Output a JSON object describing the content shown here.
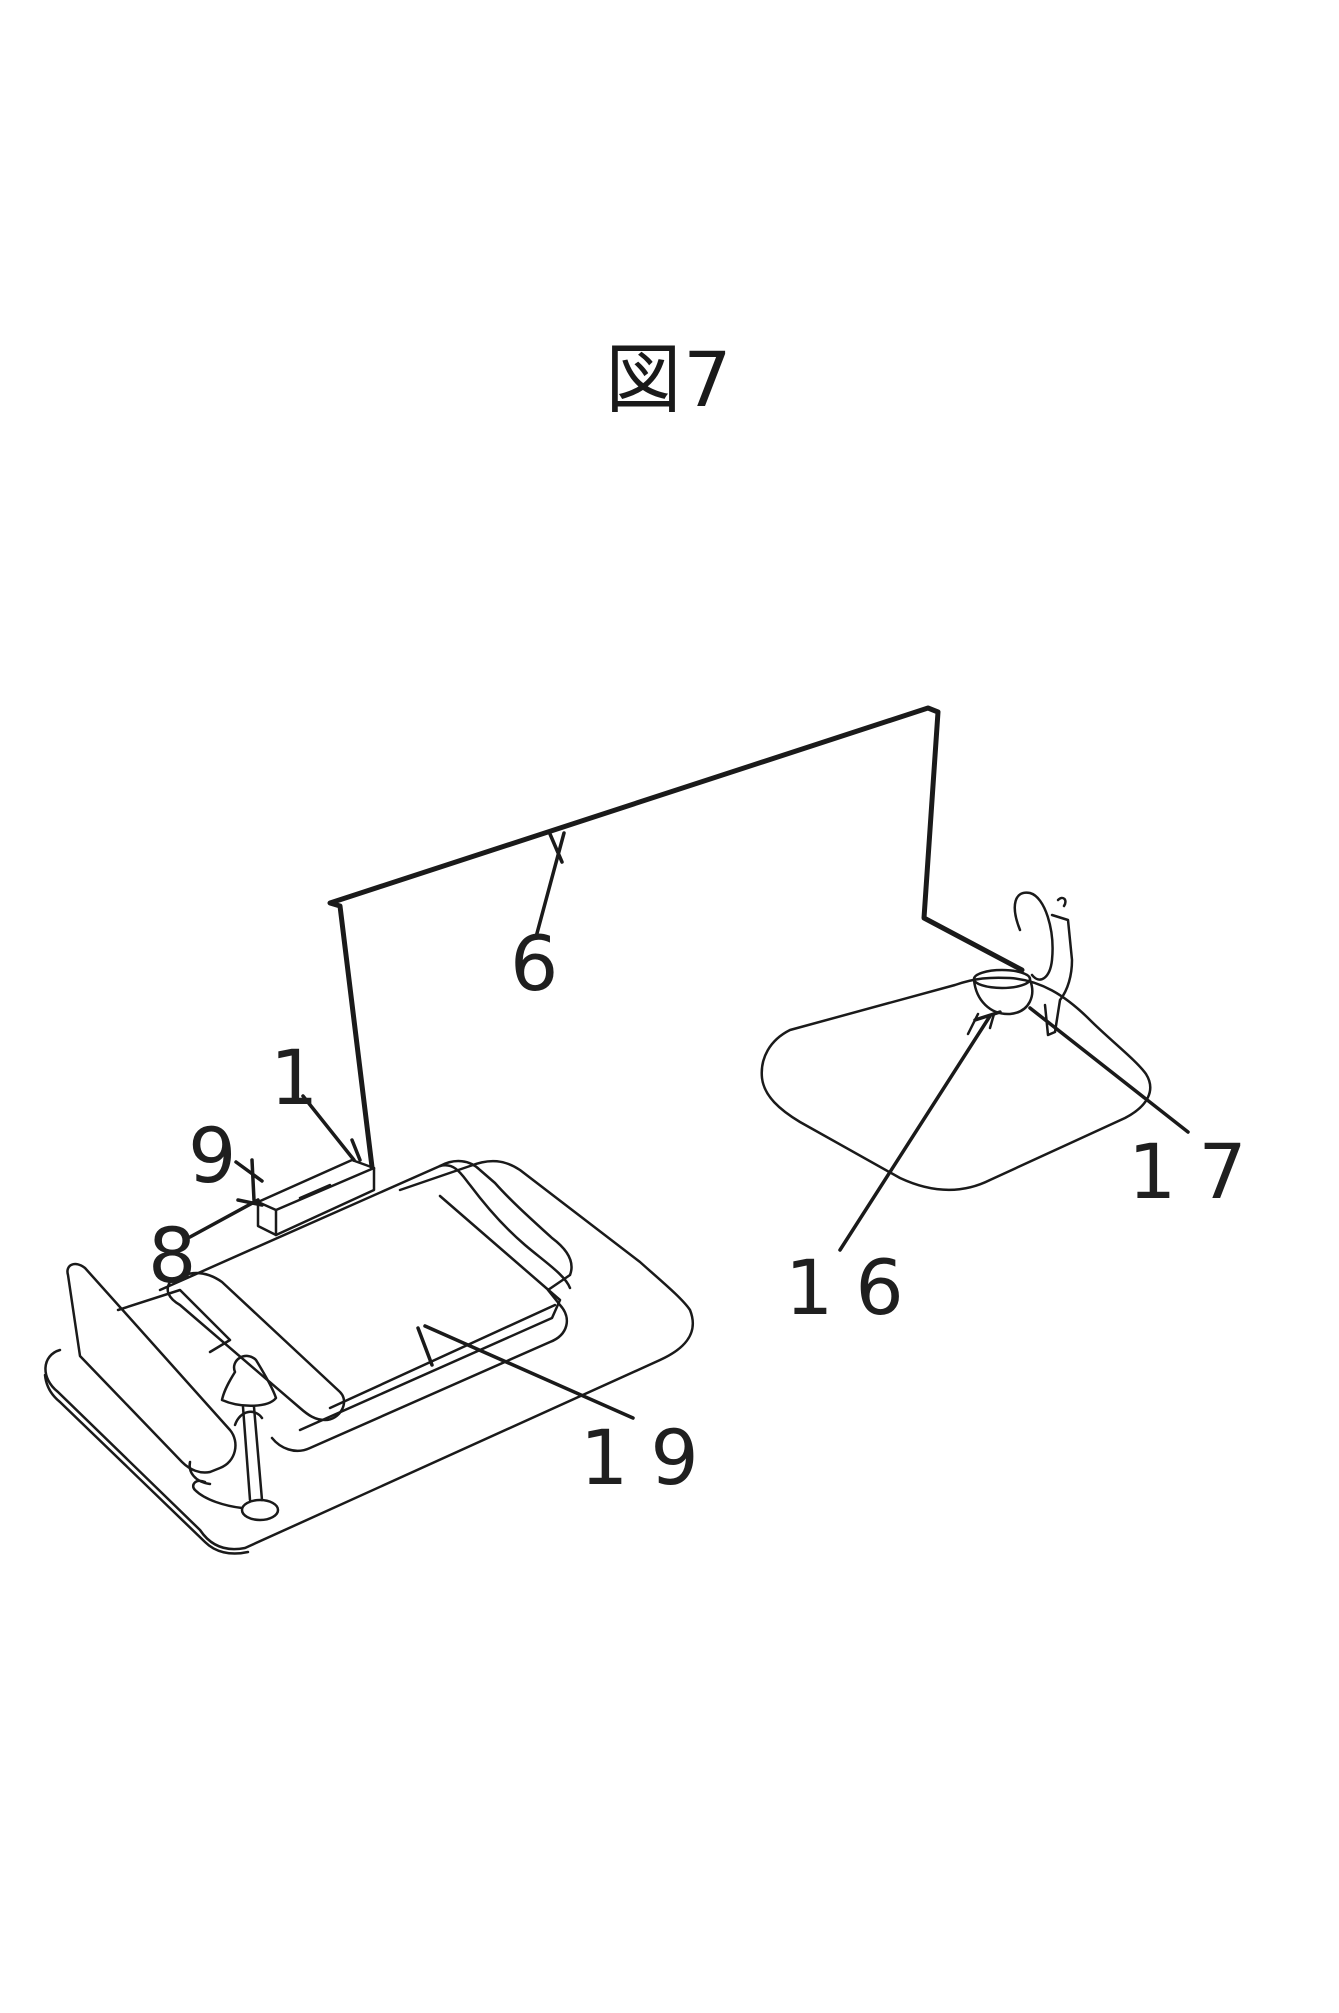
{
  "figure": {
    "title": "図7",
    "callouts": [
      {
        "id": "wall",
        "label": "6"
      },
      {
        "id": "device",
        "label": "1"
      },
      {
        "id": "sensor-top",
        "label": "9"
      },
      {
        "id": "sensor-side",
        "label": "8"
      },
      {
        "id": "bed",
        "label": "19"
      },
      {
        "id": "toilet-bowl",
        "label": "16"
      },
      {
        "id": "toilet",
        "label": "17"
      }
    ],
    "colors": {
      "line": "#1a1a1a",
      "background": "#ffffff"
    }
  }
}
